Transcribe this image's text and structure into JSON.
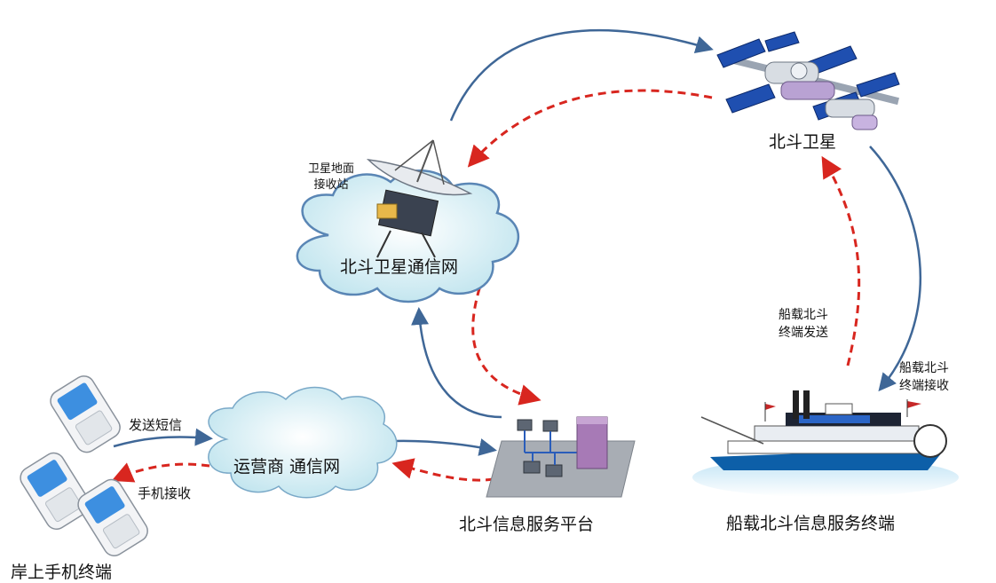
{
  "nodes": {
    "satellite": {
      "label": "北斗卫星"
    },
    "ground_station": {
      "label_line1": "卫星地面",
      "label_line2": "接收站"
    },
    "beidou_network": {
      "label": "北斗卫星通信网"
    },
    "operator_network": {
      "label": "运营商 通信网"
    },
    "service_platform": {
      "label": "北斗信息服务平台"
    },
    "ship_terminal": {
      "label": "船载北斗信息服务终端"
    },
    "shore_phones": {
      "label": "岸上手机终端"
    }
  },
  "edge_labels": {
    "send_sms": "发送短信",
    "phone_receive": "手机接收",
    "ship_send_line1": "船载北斗",
    "ship_send_line2": "终端发送",
    "ship_recv_line1": "船载北斗",
    "ship_recv_line2": "终端接收"
  },
  "colors": {
    "solid_arrow": "#3f6797",
    "dashed_arrow": "#d8261f",
    "cloud_fill": "#dff2f7",
    "cloud_stroke": "#5a86b5",
    "panel_blue": "#1f4fb0"
  }
}
